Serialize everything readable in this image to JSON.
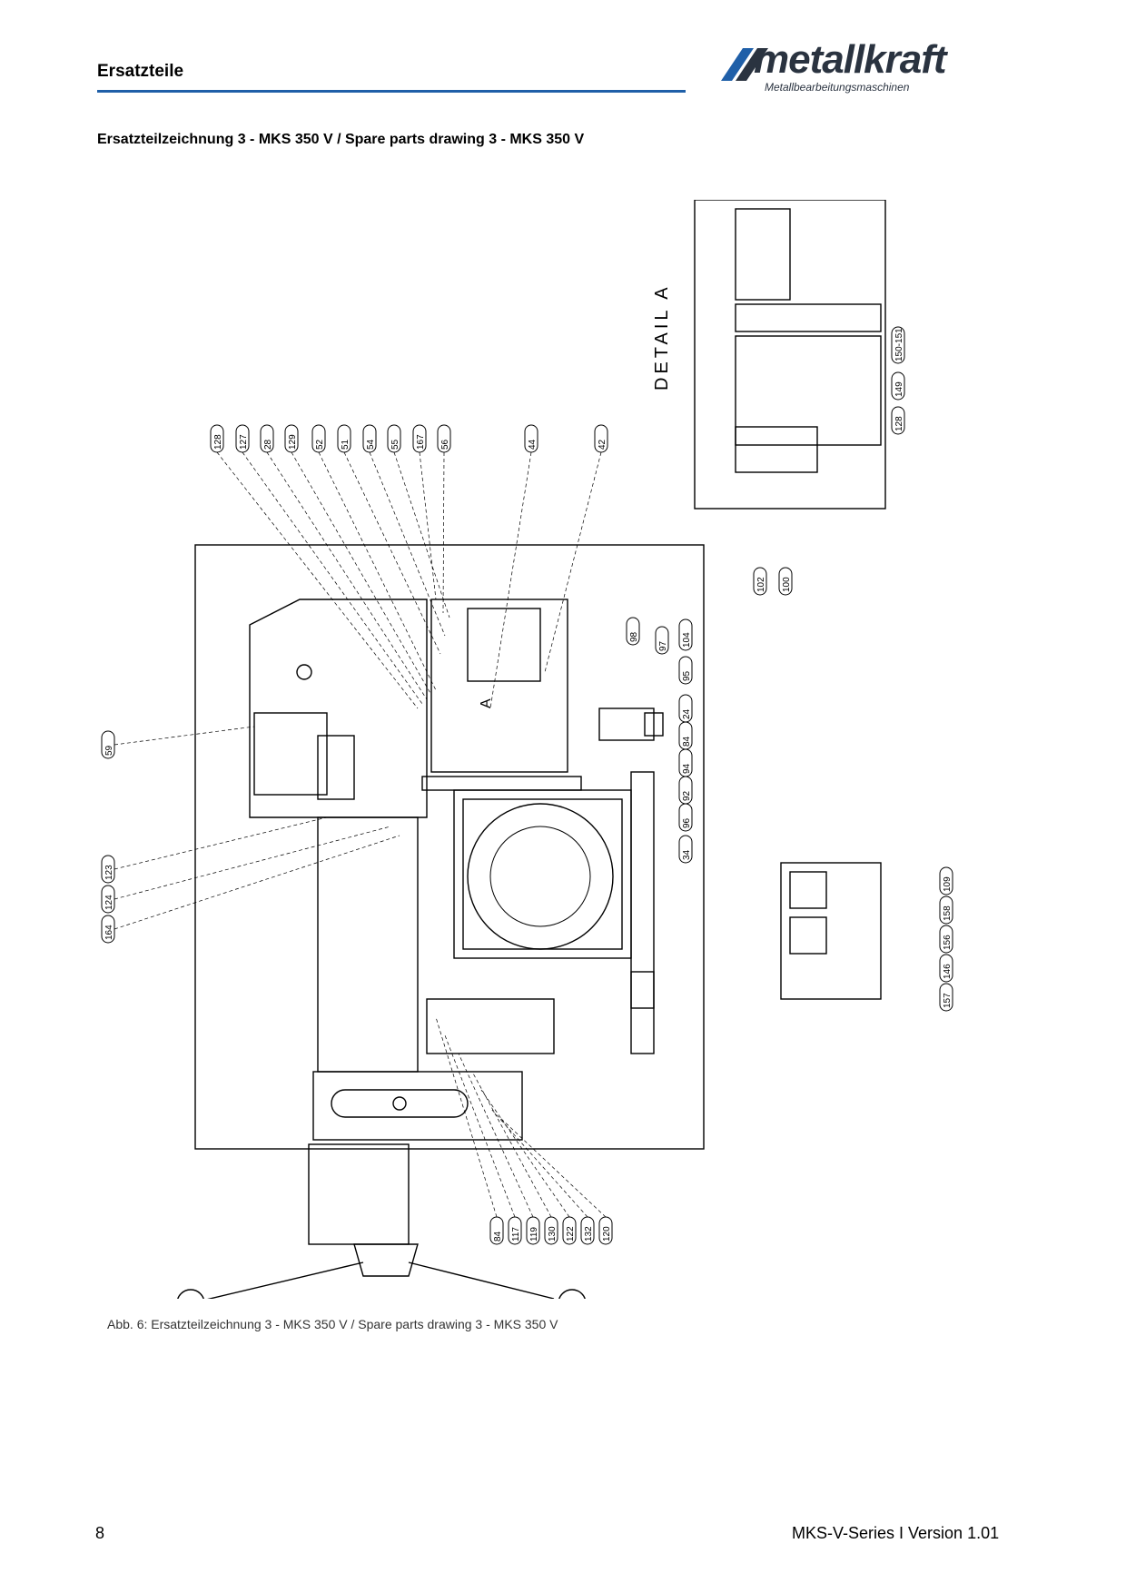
{
  "header": {
    "title": "Ersatzteile",
    "logo_text": "metallkraft",
    "logo_subtitle": "Metallbearbeitungsmaschinen",
    "accent_color": "#1f5fa8"
  },
  "section_title": "Ersatzteilzeichnung 3 - MKS 350 V / Spare parts drawing 3 - MKS 350 V",
  "drawing": {
    "detail_label": "DETAIL A",
    "section_marker": "A",
    "callouts_top": [
      "128",
      "127",
      "28",
      "129",
      "52",
      "51",
      "54",
      "55",
      "167",
      "56",
      "44",
      "42"
    ],
    "callouts_right": [
      "98",
      "97",
      "104",
      "95",
      "24",
      "84",
      "94",
      "92",
      "96",
      "34"
    ],
    "callouts_left": [
      "59",
      "123",
      "124",
      "164"
    ],
    "callouts_bottom": [
      "84",
      "117",
      "119",
      "130",
      "122",
      "132",
      "120"
    ],
    "callouts_detail_a": [
      "150-151",
      "149",
      "128",
      "102",
      "100"
    ],
    "callouts_detail_small": [
      "109",
      "158",
      "156",
      "146",
      "157"
    ]
  },
  "caption": "Abb. 6: Ersatzteilzeichnung 3 - MKS 350 V / Spare parts drawing 3 - MKS 350 V",
  "footer": {
    "page_number": "8",
    "doc_info": "MKS-V-Series I Version 1.01"
  }
}
